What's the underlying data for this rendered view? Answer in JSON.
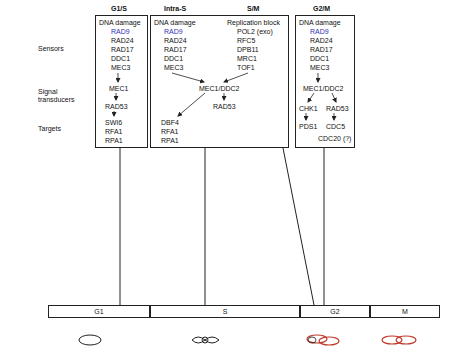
{
  "diagram": {
    "nodes": [
      {
        "text": [
          "G1/S",
          "DNA damage",
          "RAD9",
          "RAD24",
          "RAD17",
          "DDC1",
          "MEC3",
          "MEC1",
          "RAD53",
          "SWI6",
          "RFA1",
          "RPA1"
        ]
      },
      {
        "text": [
          "Intra-S",
          "S/M",
          "DNA damage",
          "RAD9",
          "RAD24",
          "RAD17",
          "DDC1",
          "MEC3",
          "Replication block",
          "POL2 (exo)",
          "RFC5",
          "DPB11",
          "MRC1",
          "TOF1",
          "MEC1/DDC2",
          "RAD53",
          "DBF4",
          "RFA1",
          "RPA1"
        ]
      },
      {
        "text": [
          "G2/M",
          "DNA damage",
          "RAD9",
          "RAD24",
          "RAD17",
          "DDC1",
          "MEC3",
          "MEC1/DDC2",
          "CHK1",
          "RAD53",
          "PDS1",
          "CDC5",
          "CDC20 (?)"
        ]
      },
      {
        "text": [
          "G1"
        ]
      },
      {
        "text": [
          "S"
        ]
      },
      {
        "text": [
          "G2"
        ]
      },
      {
        "text": [
          "M"
        ]
      }
    ],
    "edges": [
      {
        "from": 0,
        "to": 3,
        "arrow": "none"
      },
      {
        "from": 1,
        "to": 4,
        "arrow": "none"
      },
      {
        "from": 1,
        "to": 5,
        "arrow": "none"
      },
      {
        "from": 2,
        "to": 5,
        "arrow": "none"
      }
    ],
    "labels": [
      "Sensors",
      "Signal transducers",
      "Targets"
    ]
  }
}
